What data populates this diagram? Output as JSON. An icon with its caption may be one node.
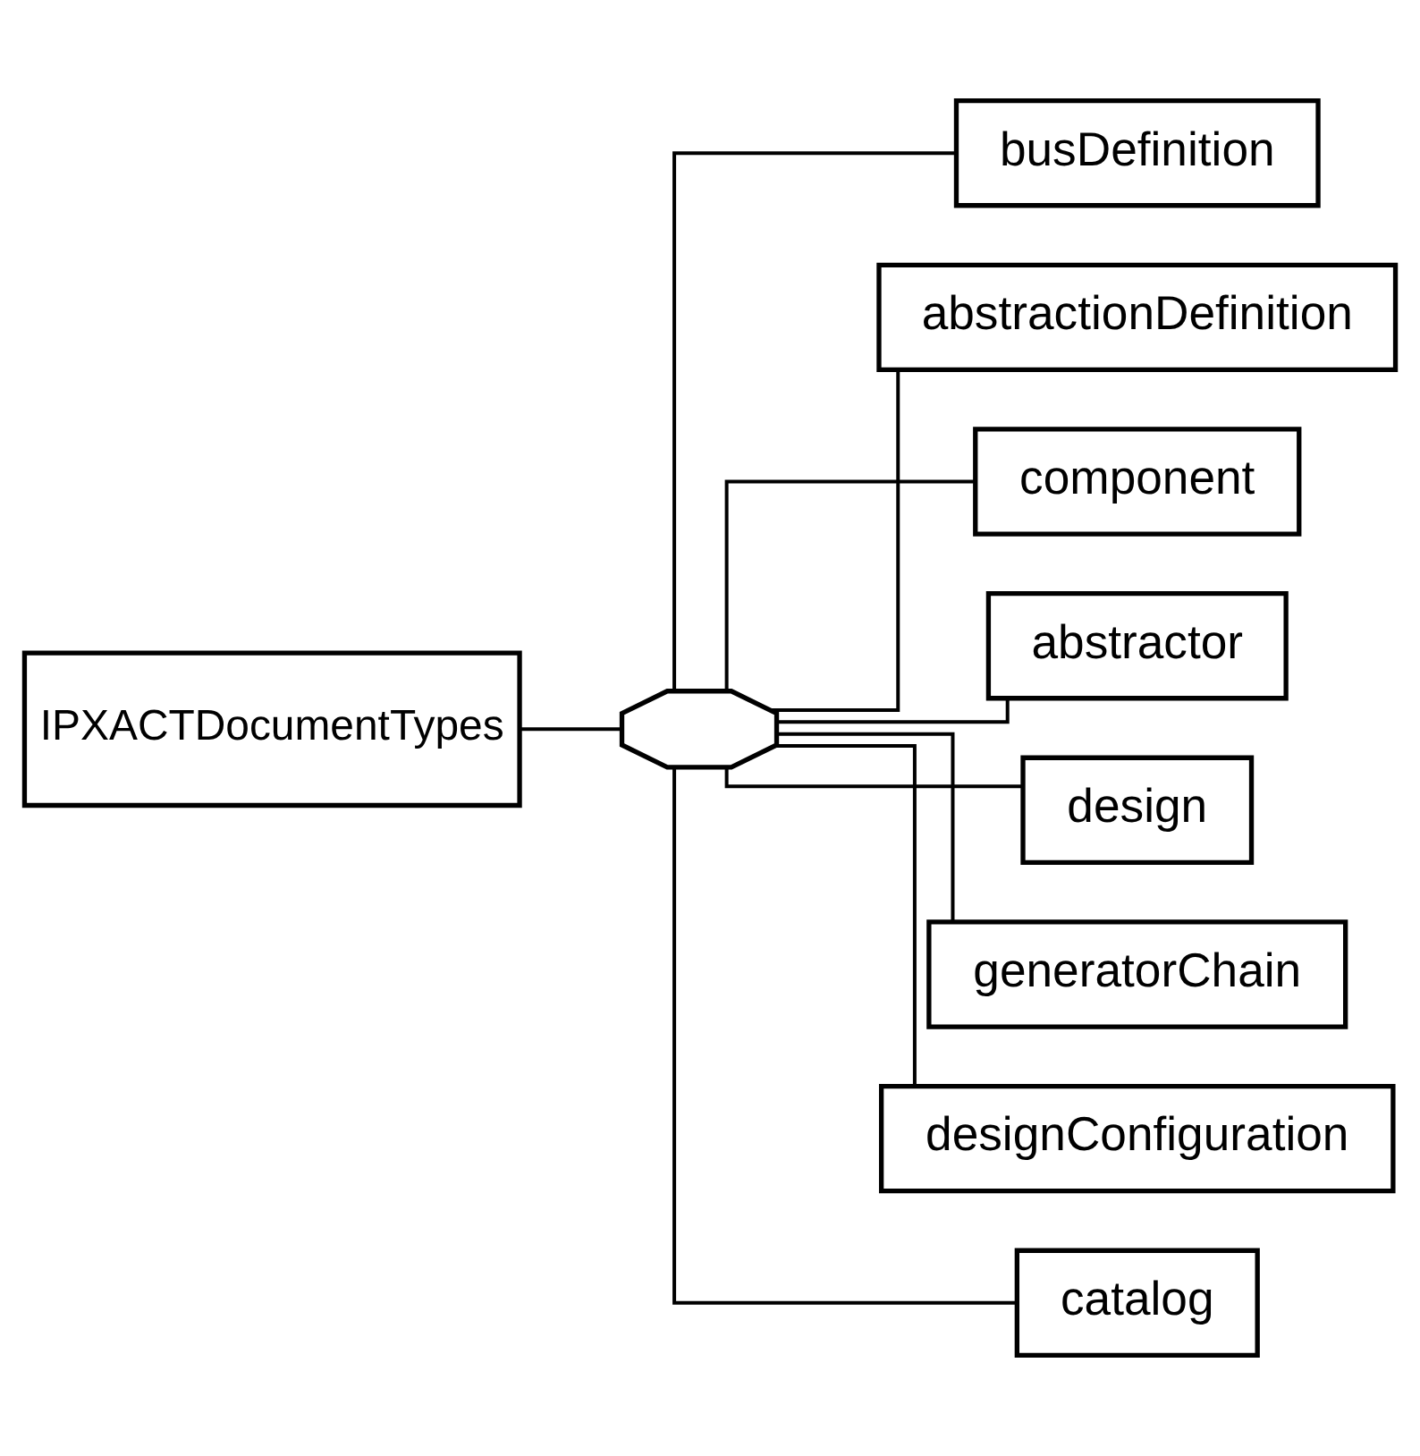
{
  "diagram": {
    "nodes": [
      {
        "text": [
          "IPXACTDocumentTypes"
        ]
      },
      {
        "text": [],
        "shape": "octagon"
      },
      {
        "text": [
          "busDefinition"
        ]
      },
      {
        "text": [
          "abstractionDefinition"
        ]
      },
      {
        "text": [
          "component"
        ]
      },
      {
        "text": [
          "abstractor"
        ]
      },
      {
        "text": [
          "design"
        ]
      },
      {
        "text": [
          "generatorChain"
        ]
      },
      {
        "text": [
          "designConfiguration"
        ]
      },
      {
        "text": [
          "catalog"
        ]
      }
    ],
    "edges": [
      {
        "from": 0,
        "to": 1,
        "arrow": "none"
      },
      {
        "from": 1,
        "to": 2,
        "arrow": "none"
      },
      {
        "from": 1,
        "to": 3,
        "arrow": "none"
      },
      {
        "from": 1,
        "to": 4,
        "arrow": "none"
      },
      {
        "from": 1,
        "to": 5,
        "arrow": "none"
      },
      {
        "from": 1,
        "to": 6,
        "arrow": "none"
      },
      {
        "from": 1,
        "to": 7,
        "arrow": "none"
      },
      {
        "from": 1,
        "to": 8,
        "arrow": "none"
      },
      {
        "from": 1,
        "to": 9,
        "arrow": "none"
      }
    ]
  }
}
